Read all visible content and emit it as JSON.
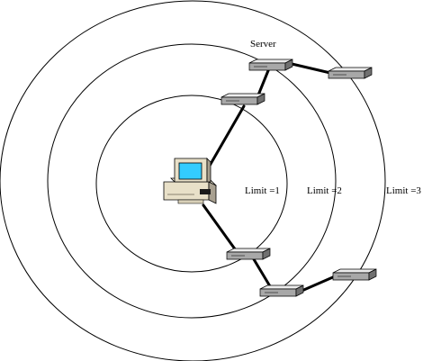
{
  "labels": {
    "server": "Server",
    "limit1": "Limit =1",
    "limit2": "Limit =2",
    "limit3": "Limit =3"
  },
  "icons": {
    "computer": "desktop-computer-icon",
    "node": "network-node-icon"
  },
  "colors": {
    "screen": "#33CCFF",
    "case": "#E8E0C8",
    "node_face": "#A8A8A8",
    "lines": "#000000"
  }
}
